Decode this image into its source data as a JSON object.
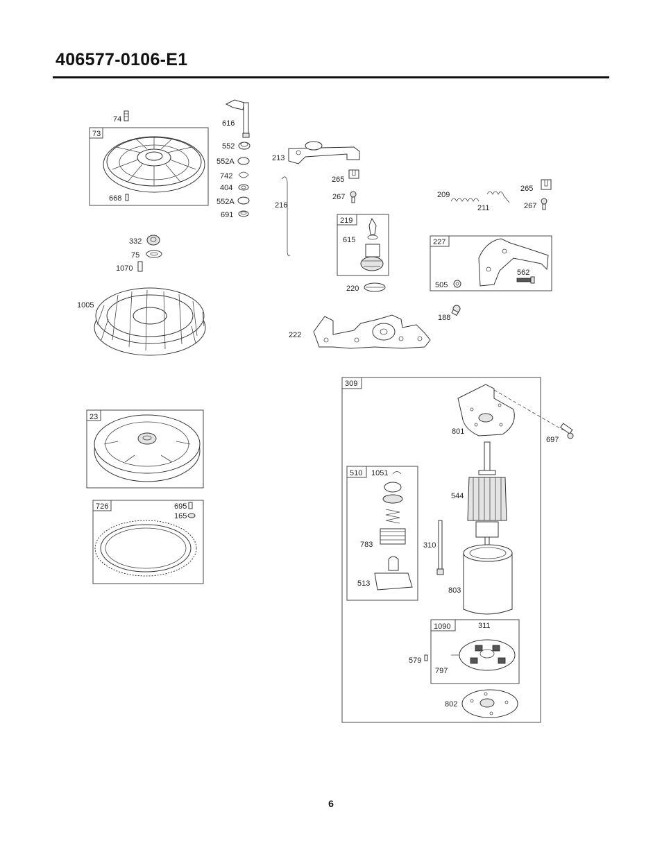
{
  "header": {
    "title": "406577-0106-E1"
  },
  "footer": {
    "page_number": "6"
  },
  "labels": {
    "p74": "74",
    "p73": "73",
    "p668": "668",
    "p616": "616",
    "p552": "552",
    "p552a_1": "552A",
    "p742": "742",
    "p404": "404",
    "p552a_2": "552A",
    "p691": "691",
    "p332": "332",
    "p75": "75",
    "p1070": "1070",
    "p1005": "1005",
    "p213": "213",
    "p216": "216",
    "p265a": "265",
    "p267a": "267",
    "p219": "219",
    "p615": "615",
    "p220": "220",
    "p209": "209",
    "p211": "211",
    "p265b": "265",
    "p267b": "267",
    "p227": "227",
    "p562": "562",
    "p505": "505",
    "p188": "188",
    "p222": "222",
    "p23": "23",
    "p726": "726",
    "p695": "695",
    "p165": "165",
    "p309": "309",
    "p801": "801",
    "p697": "697",
    "p510": "510",
    "p1051": "1051",
    "p544": "544",
    "p783": "783",
    "p310": "310",
    "p513": "513",
    "p803": "803",
    "p1090": "1090",
    "p311": "311",
    "p579": "579",
    "p797": "797",
    "p802": "802"
  }
}
